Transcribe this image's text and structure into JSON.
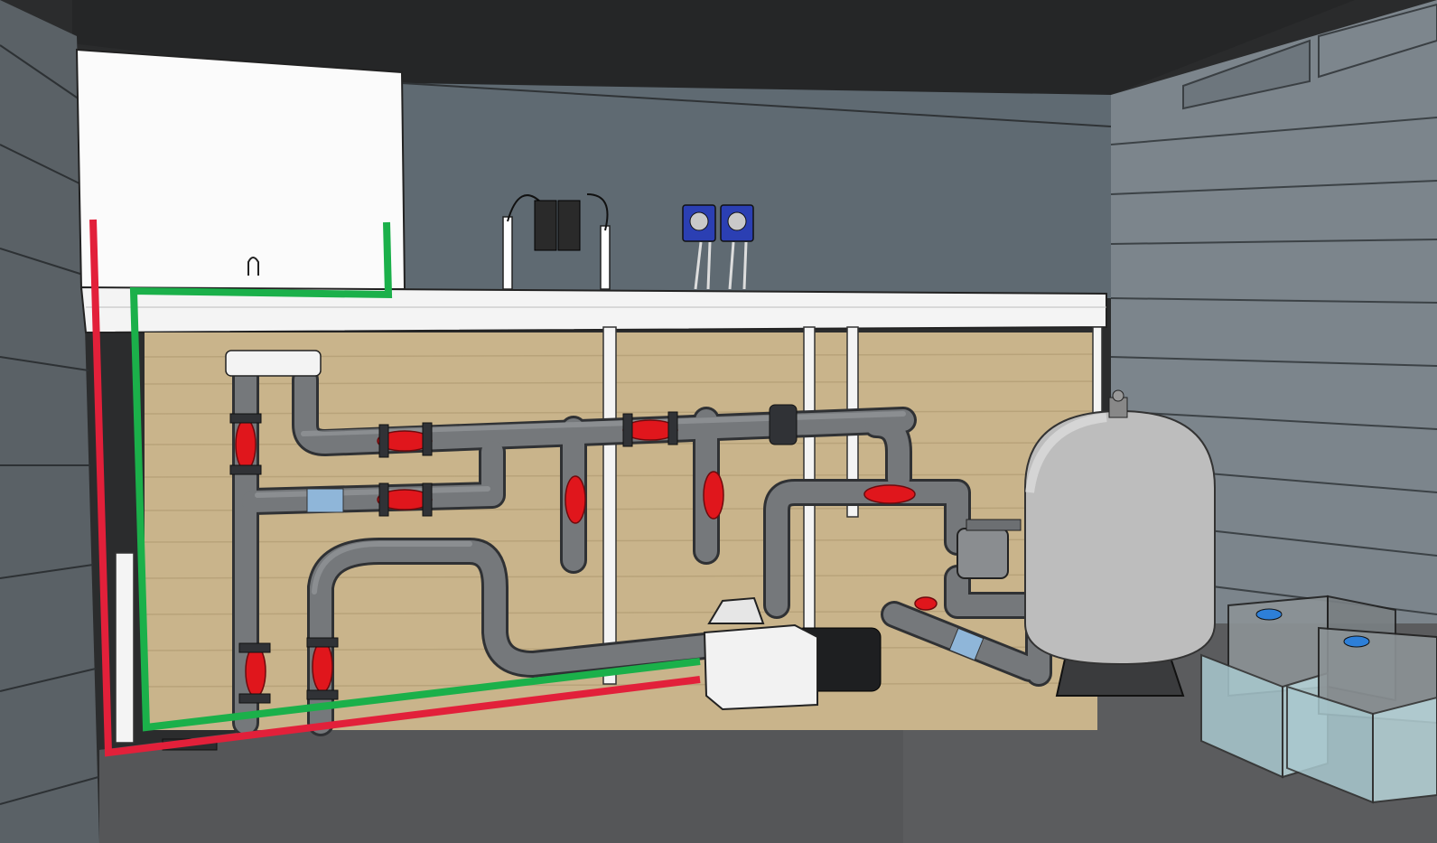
{
  "scene": {
    "title": "",
    "colors": {
      "ceiling": "#2a2b2c",
      "wall_left": "#5a6166",
      "wall_back": "#5f6a72",
      "wall_right": "#7c858c",
      "floor": "#5b5c5e",
      "pipe": "#6f7275",
      "pipe_dark": "#3b3d40",
      "valve_handle": "#e0161c",
      "wood_panel": "#c9b48b",
      "frame_white": "#f4f4f4",
      "line_return": "#1bb04a",
      "line_supply": "#e2203a",
      "filter_tank": "#bdbdbd",
      "doser_blue": "#2b3fb3",
      "tank_glass": "#a9c9cf"
    },
    "objects": [
      "overhead-tank",
      "chlorinator-cell",
      "ph-probes",
      "dosing-pumps",
      "backboard-panel",
      "ball-valves",
      "circulation-pump",
      "sand-filter",
      "multiport-valve",
      "chemical-tanks",
      "return-line-green",
      "supply-line-red"
    ]
  }
}
